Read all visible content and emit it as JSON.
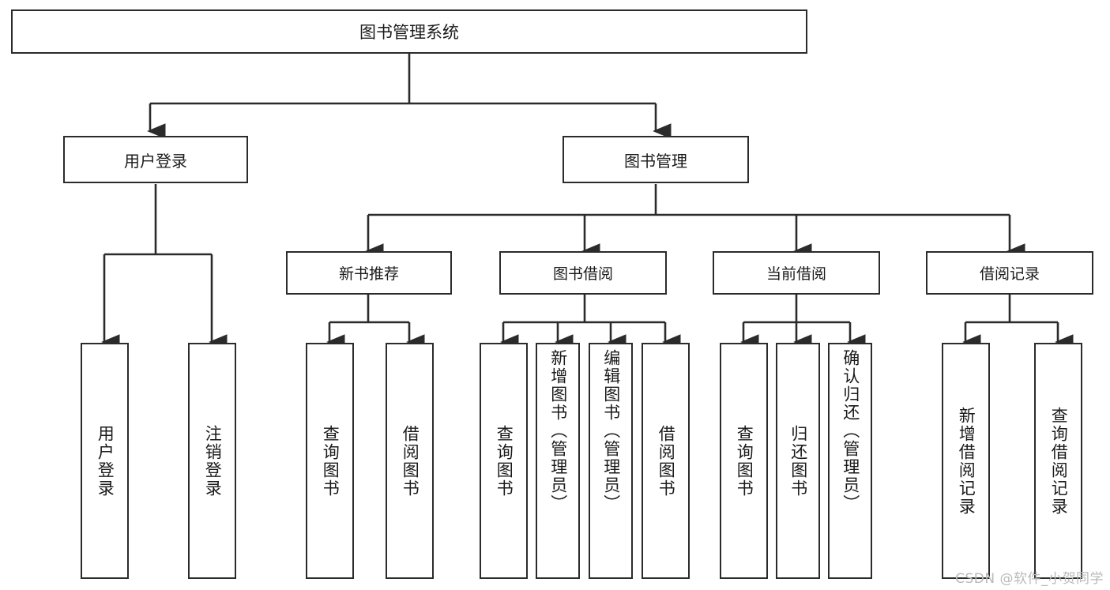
{
  "diagram": {
    "title": "图书管理系统",
    "type": "tree",
    "watermark": "CSDN @软件_小贺同学",
    "colors": {
      "stroke": "#2b2b2b",
      "fill": "#ffffff",
      "text": "#1a1a1a",
      "watermark": "#b9b9b9"
    },
    "root": {
      "label": "图书管理系统"
    },
    "level1": [
      {
        "label": "用户登录"
      },
      {
        "label": "图书管理"
      }
    ],
    "level2": [
      {
        "label": "新书推荐"
      },
      {
        "label": "图书借阅"
      },
      {
        "label": "当前借阅"
      },
      {
        "label": "借阅记录"
      }
    ],
    "leaves": {
      "user_login": [
        {
          "label": "用户登录"
        },
        {
          "label": "注销登录"
        }
      ],
      "new_book_recommend": [
        {
          "label": "查询图书"
        },
        {
          "label": "借阅图书"
        }
      ],
      "book_borrow": [
        {
          "label": "查询图书"
        },
        {
          "label": "新增图书（管理员）"
        },
        {
          "label": "编辑图书（管理员）"
        },
        {
          "label": "借阅图书"
        }
      ],
      "current_borrow": [
        {
          "label": "查询图书"
        },
        {
          "label": "归还图书"
        },
        {
          "label": "确认归还（管理员）"
        }
      ],
      "borrow_record": [
        {
          "label": "新增借阅记录"
        },
        {
          "label": "查询借阅记录"
        }
      ]
    }
  }
}
